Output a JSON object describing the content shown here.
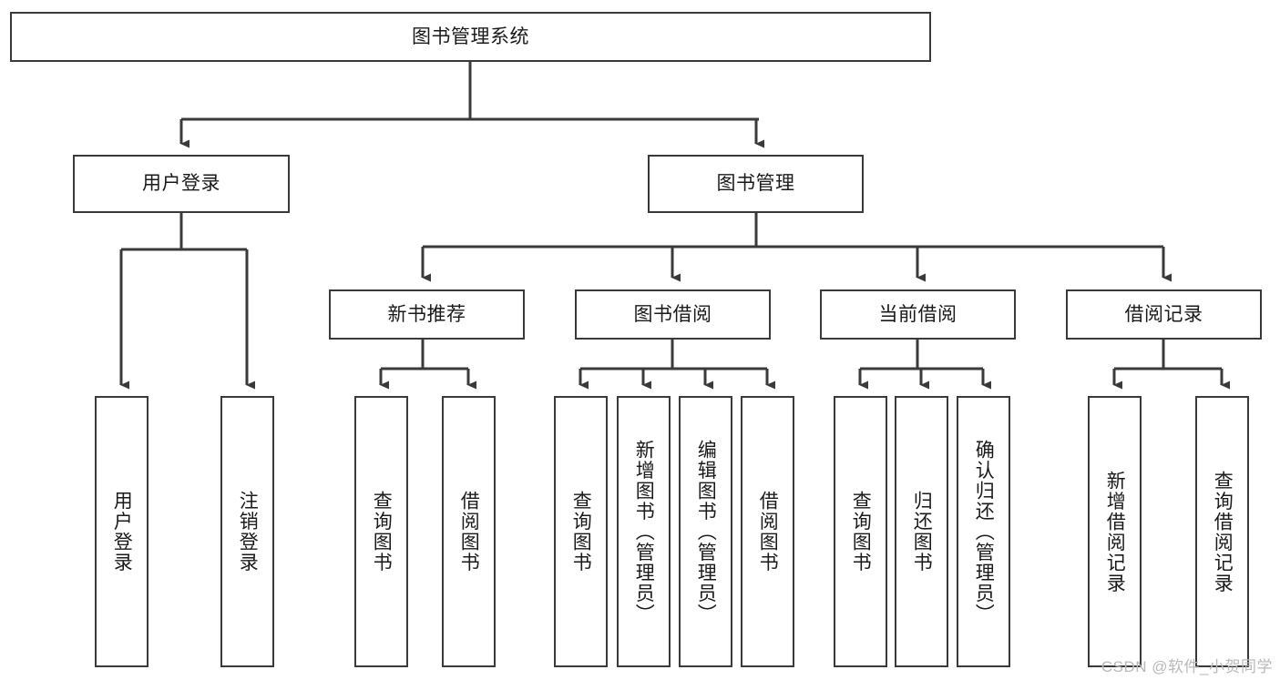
{
  "diagram": {
    "title": "图书管理系统",
    "type": "tree-hierarchy",
    "watermark": "CSDN @软件_小贺同学",
    "colors": {
      "stroke": "#3a3a3a",
      "fill": "#ffffff",
      "text": "#1a1a1a",
      "watermark": "#b9b9b9"
    },
    "nodes": {
      "root": {
        "label": "图书管理系统",
        "level": 0,
        "orientation": "horizontal"
      },
      "l1": [
        {
          "id": "user-login",
          "label": "用户登录",
          "orientation": "horizontal"
        },
        {
          "id": "book-manage",
          "label": "图书管理",
          "orientation": "horizontal"
        }
      ],
      "l2": [
        {
          "id": "new-book-rec",
          "label": "新书推荐",
          "orientation": "horizontal"
        },
        {
          "id": "book-borrow",
          "label": "图书借阅",
          "orientation": "horizontal"
        },
        {
          "id": "current-borrow",
          "label": "当前借阅",
          "orientation": "horizontal"
        },
        {
          "id": "borrow-record",
          "label": "借阅记录",
          "orientation": "horizontal"
        }
      ],
      "leaves": {
        "user-login": [
          {
            "id": "leaf-user-login",
            "label": "用户登录"
          },
          {
            "id": "leaf-user-logout",
            "label": "注销登录"
          }
        ],
        "new-book-rec": [
          {
            "id": "leaf-query-book-1",
            "label": "查询图书"
          },
          {
            "id": "leaf-borrow-book-1",
            "label": "借阅图书"
          }
        ],
        "book-borrow": [
          {
            "id": "leaf-query-book-2",
            "label": "查询图书"
          },
          {
            "id": "leaf-add-book",
            "label": "新增图书（管理员）"
          },
          {
            "id": "leaf-edit-book",
            "label": "编辑图书（管理员）"
          },
          {
            "id": "leaf-borrow-book-2",
            "label": "借阅图书"
          }
        ],
        "current-borrow": [
          {
            "id": "leaf-query-book-3",
            "label": "查询图书"
          },
          {
            "id": "leaf-return-book",
            "label": "归还图书"
          },
          {
            "id": "leaf-confirm-return",
            "label": "确认归还（管理员）"
          }
        ],
        "borrow-record": [
          {
            "id": "leaf-add-record",
            "label": "新增借阅记录"
          },
          {
            "id": "leaf-query-record",
            "label": "查询借阅记录"
          }
        ]
      }
    }
  }
}
